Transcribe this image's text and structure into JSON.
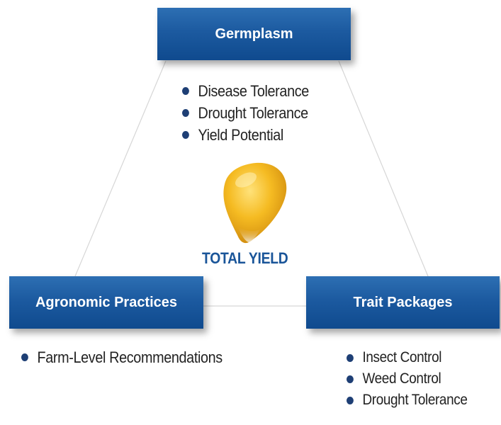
{
  "nodes": {
    "germplasm": {
      "label": "Germplasm",
      "items": [
        "Disease Tolerance",
        "Drought Tolerance",
        "Yield Potential"
      ]
    },
    "agronomic": {
      "label": "Agronomic Practices",
      "items": [
        "Farm-Level Recommendations"
      ]
    },
    "trait": {
      "label": "Trait Packages",
      "items": [
        "Insect Control",
        "Weed Control",
        "Drought Tolerance"
      ]
    }
  },
  "center": {
    "label": "TOTAL YIELD",
    "icon": "corn-kernel-icon"
  },
  "colors": {
    "box_blue": "#1c5aa0",
    "center_label": "#1a5599",
    "bullet": "#1e3f75",
    "kernel_gold": "#f2b51c",
    "edges": "#d6d6d6"
  }
}
